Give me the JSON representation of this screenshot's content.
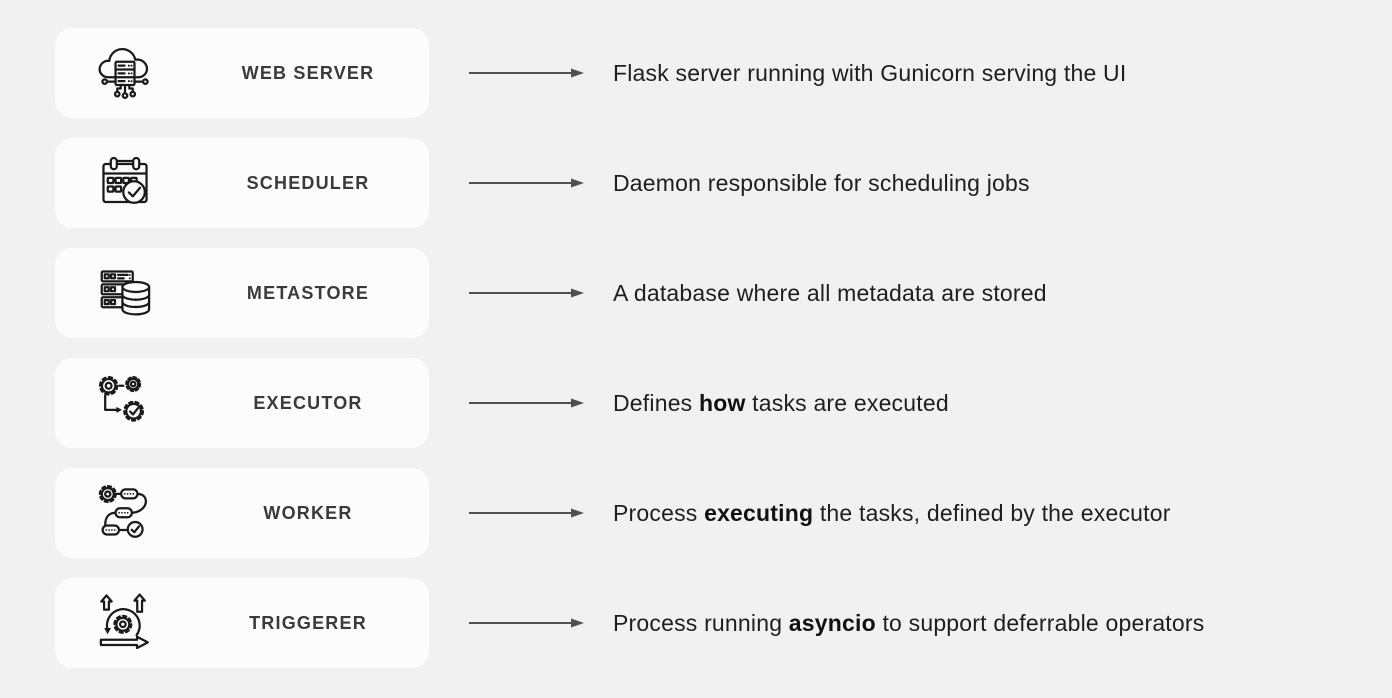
{
  "page": {
    "title": "Airflow core components diagram",
    "background_color": "#f1f1f2",
    "card_color": "#fcfcfd",
    "label_color": "#3a3a3a",
    "text_color": "#1e1e1e",
    "arrow_color": "#4f4f4f",
    "icon_color": "#1a1a1a"
  },
  "rows": [
    {
      "label": "WEB SERVER",
      "icon": "cloud-server-icon",
      "desc": [
        {
          "t": "Flask server running with Gunicorn serving the UI",
          "b": false
        }
      ]
    },
    {
      "label": "SCHEDULER",
      "icon": "calendar-check-icon",
      "desc": [
        {
          "t": "Daemon responsible for scheduling jobs",
          "b": false
        }
      ]
    },
    {
      "label": "METASTORE",
      "icon": "database-server-icon",
      "desc": [
        {
          "t": "A database where all metadata are stored",
          "b": false
        }
      ]
    },
    {
      "label": "EXECUTOR",
      "icon": "gears-flow-icon",
      "desc": [
        {
          "t": "Defines ",
          "b": false
        },
        {
          "t": "how",
          "b": true
        },
        {
          "t": " tasks are executed",
          "b": false
        }
      ]
    },
    {
      "label": "WORKER",
      "icon": "gear-pipeline-icon",
      "desc": [
        {
          "t": "Process ",
          "b": false
        },
        {
          "t": "executing",
          "b": true
        },
        {
          "t": " the tasks, defined by the executor",
          "b": false
        }
      ]
    },
    {
      "label": "TRIGGERER",
      "icon": "sprint-gear-icon",
      "desc": [
        {
          "t": "Process running ",
          "b": false
        },
        {
          "t": "asyncio",
          "b": true
        },
        {
          "t": " to support deferrable operators",
          "b": false
        }
      ]
    }
  ]
}
